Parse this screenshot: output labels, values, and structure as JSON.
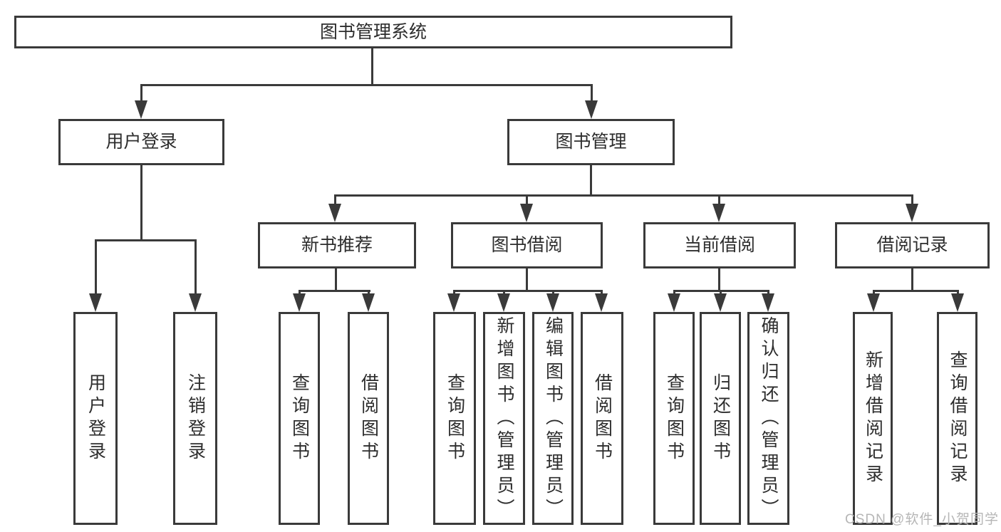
{
  "diagram": {
    "root": "图书管理系统",
    "user_login": {
      "label": "用户登录",
      "children": [
        "用户登录",
        "注销登录"
      ]
    },
    "book_mgmt": {
      "label": "图书管理",
      "modules": [
        {
          "label": "新书推荐",
          "children": [
            "查询图书",
            "借阅图书"
          ]
        },
        {
          "label": "图书借阅",
          "children": [
            "查询图书",
            "新增图书（管理员）",
            "编辑图书（管理员）",
            "借阅图书"
          ]
        },
        {
          "label": "当前借阅",
          "children": [
            "查询图书",
            "归还图书",
            "确认归还（管理员）"
          ]
        },
        {
          "label": "借阅记录",
          "children": [
            "新增借阅记录",
            "查询借阅记录"
          ]
        }
      ]
    }
  },
  "watermark": "CSDN @软件_小贺同学",
  "colors": {
    "line": "#3a3a3a",
    "text": "#2d2d2d",
    "watermark": "#b6b6b6",
    "background": "#ffffff"
  }
}
